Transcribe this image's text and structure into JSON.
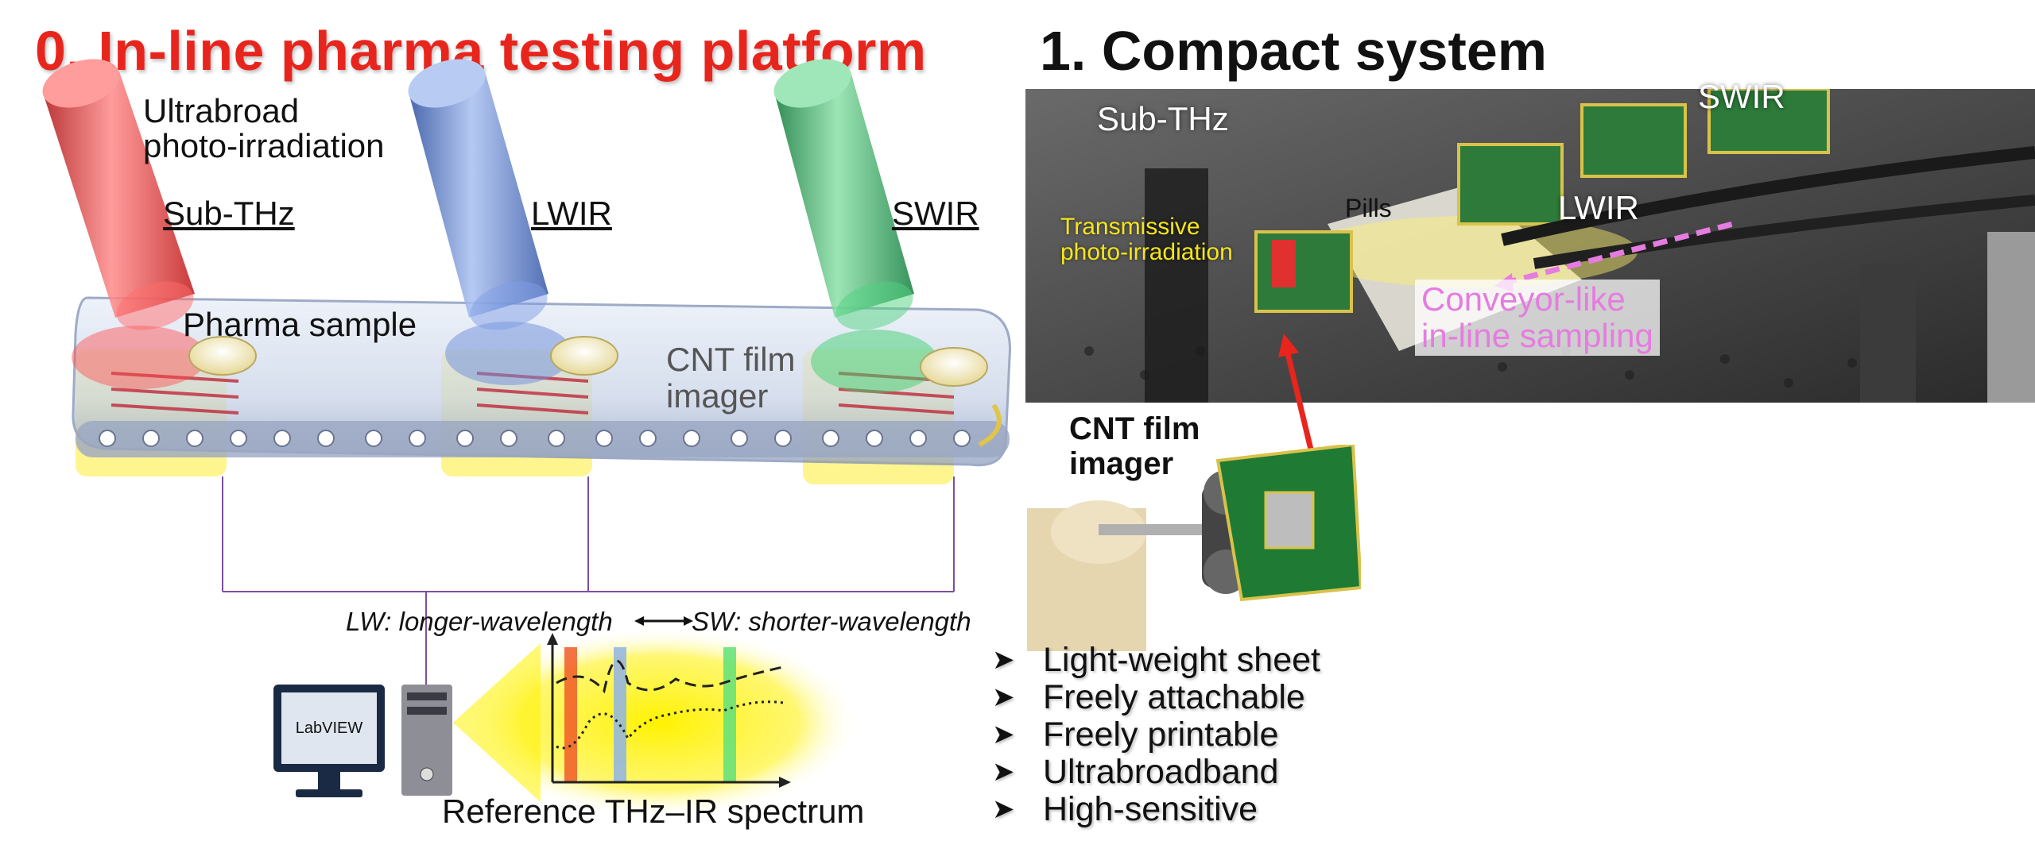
{
  "left_panel": {
    "title": "0. In-line pharma testing platform",
    "ultrabroad_label_line1": "Ultrabroad",
    "ultrabroad_label_line2": "photo-irradiation",
    "band_labels": [
      "Sub-THz",
      "LWIR",
      "SWIR"
    ],
    "pharma_sample_label": "Pharma sample",
    "imager_label_line1": "CNT film",
    "imager_label_line2": "imager",
    "wavelength_note_lw": "LW: longer-wavelength",
    "wavelength_note_sw": "SW: shorter-wavelength",
    "computer_screen_text": "LabVIEW",
    "spectrum_caption": "Reference THz–IR spectrum",
    "colors": {
      "title": "#e8251d",
      "subthz": "#e02a2a",
      "lwir": "#4a70c8",
      "swir": "#22a052",
      "spectrum_glow": "#fff200"
    }
  },
  "right_panel": {
    "title": "1. Compact system",
    "photo_labels": {
      "subthz": "Sub-THz",
      "swir": "SWIR",
      "lwir": "LWIR",
      "pills": "Pills",
      "transmissive_line1": "Transmissive",
      "transmissive_line2": "photo-irradiation",
      "conveyor_line1": "Conveyor-like",
      "conveyor_line2": "in-line sampling"
    },
    "imager_label_line1": "CNT film",
    "imager_label_line2": "imager",
    "features": [
      "Light-weight sheet",
      "Freely attachable",
      "Freely printable",
      "Ultrabroadband",
      "High-sensitive"
    ],
    "colors": {
      "transmissive_text": "#f5e51a",
      "conveyor_text": "#e57ce0",
      "pointer_arrow": "#e8251d"
    }
  }
}
